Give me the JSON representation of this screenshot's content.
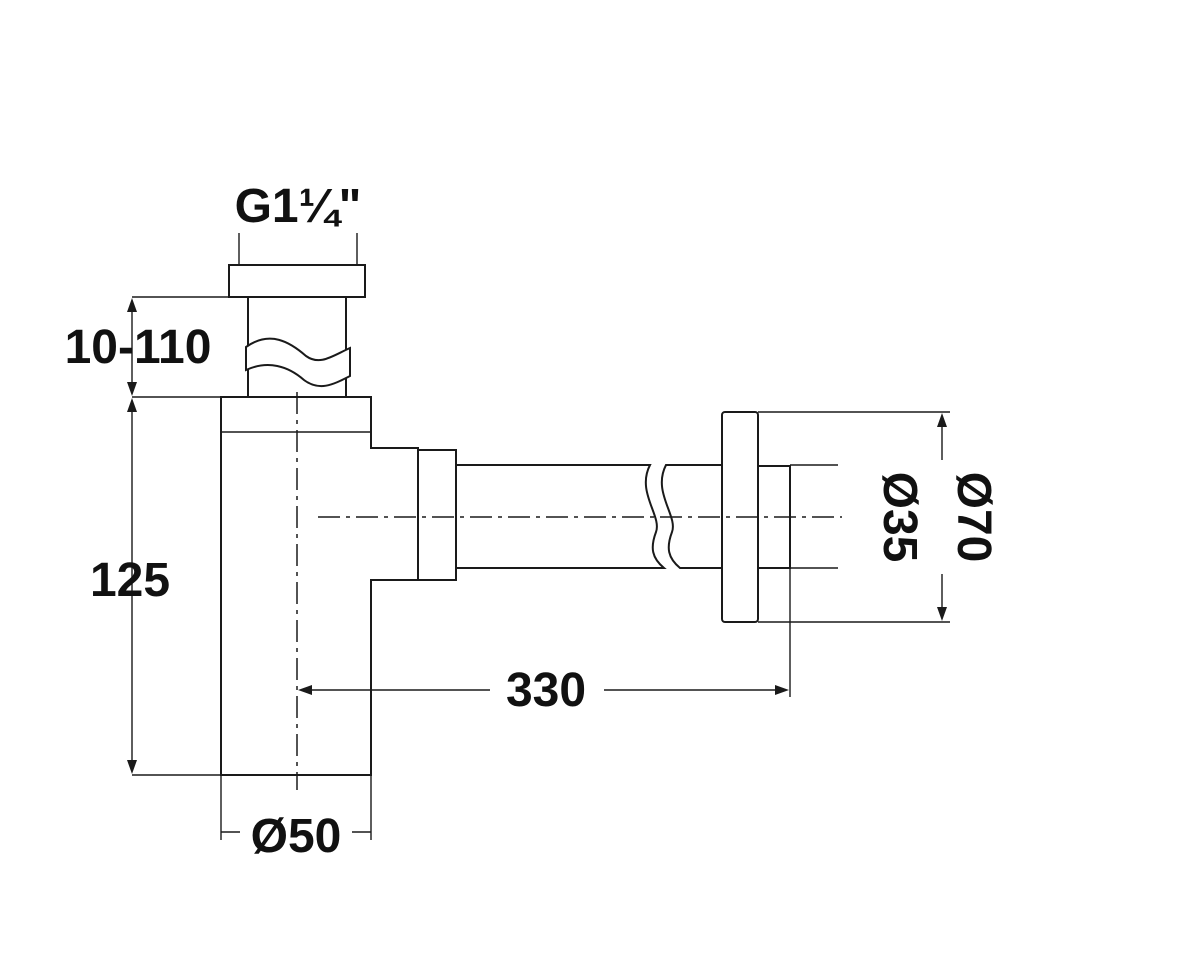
{
  "colors": {
    "line": "#1a1a1a",
    "text": "#111111",
    "background": "#ffffff"
  },
  "dimensions": {
    "thread": "G1¼\"",
    "height_adjust": "10-110",
    "height_body": "125",
    "diameter_body": "Ø50",
    "length_outlet": "330",
    "diameter_pipe": "Ø35",
    "diameter_flange": "Ø70"
  }
}
